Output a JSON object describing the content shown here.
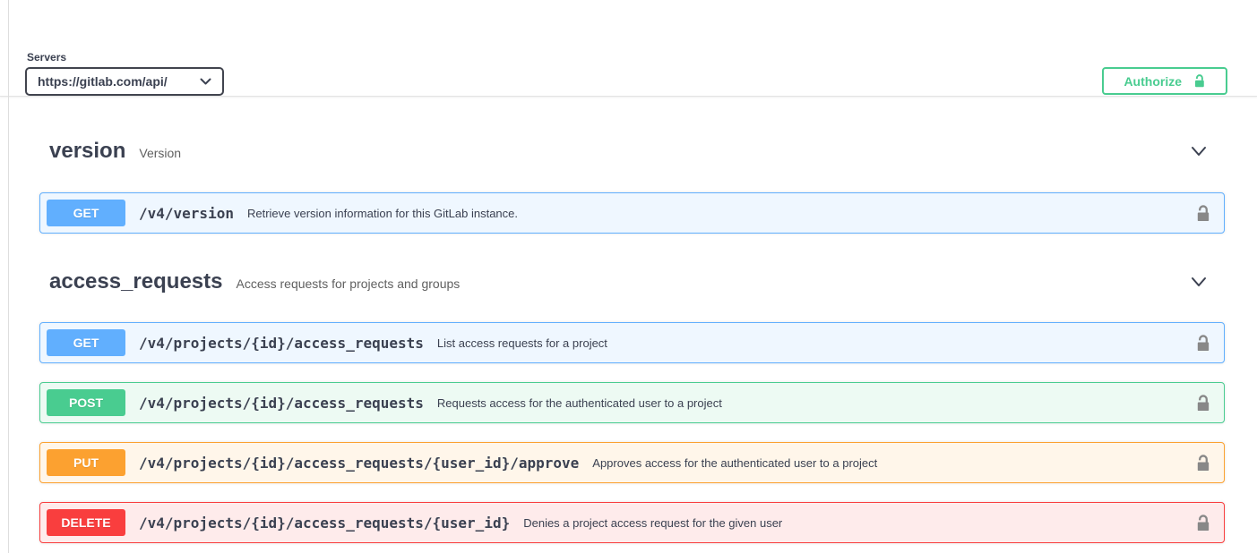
{
  "colors": {
    "get": "#61affe",
    "post": "#49cc90",
    "put": "#fca130",
    "delete": "#f93e3e",
    "accent_green": "#49cc90",
    "lock_gray": "#888888"
  },
  "servers": {
    "label": "Servers",
    "selected_url": "https://gitlab.com/api/"
  },
  "authorize": {
    "label": "Authorize"
  },
  "icons": {
    "server_select_chevron": "chevron-down",
    "section_expand": "chevron-down",
    "authorize_lock": "unlocked-padlock",
    "endpoint_auth": "unlocked-padlock"
  },
  "sections": [
    {
      "title": "version",
      "subtitle": "Version",
      "endpoints": [
        {
          "method": "GET",
          "path": "/v4/version",
          "description": "Retrieve version information for this GitLab instance."
        }
      ]
    },
    {
      "title": "access_requests",
      "subtitle": "Access requests for projects and groups",
      "endpoints": [
        {
          "method": "GET",
          "path": "/v4/projects/{id}/access_requests",
          "description": "List access requests for a project"
        },
        {
          "method": "POST",
          "path": "/v4/projects/{id}/access_requests",
          "description": "Requests access for the authenticated user to a project"
        },
        {
          "method": "PUT",
          "path": "/v4/projects/{id}/access_requests/{user_id}/approve",
          "description": "Approves access for the authenticated user to a project"
        },
        {
          "method": "DELETE",
          "path": "/v4/projects/{id}/access_requests/{user_id}",
          "description": "Denies a project access request for the given user"
        }
      ]
    }
  ]
}
